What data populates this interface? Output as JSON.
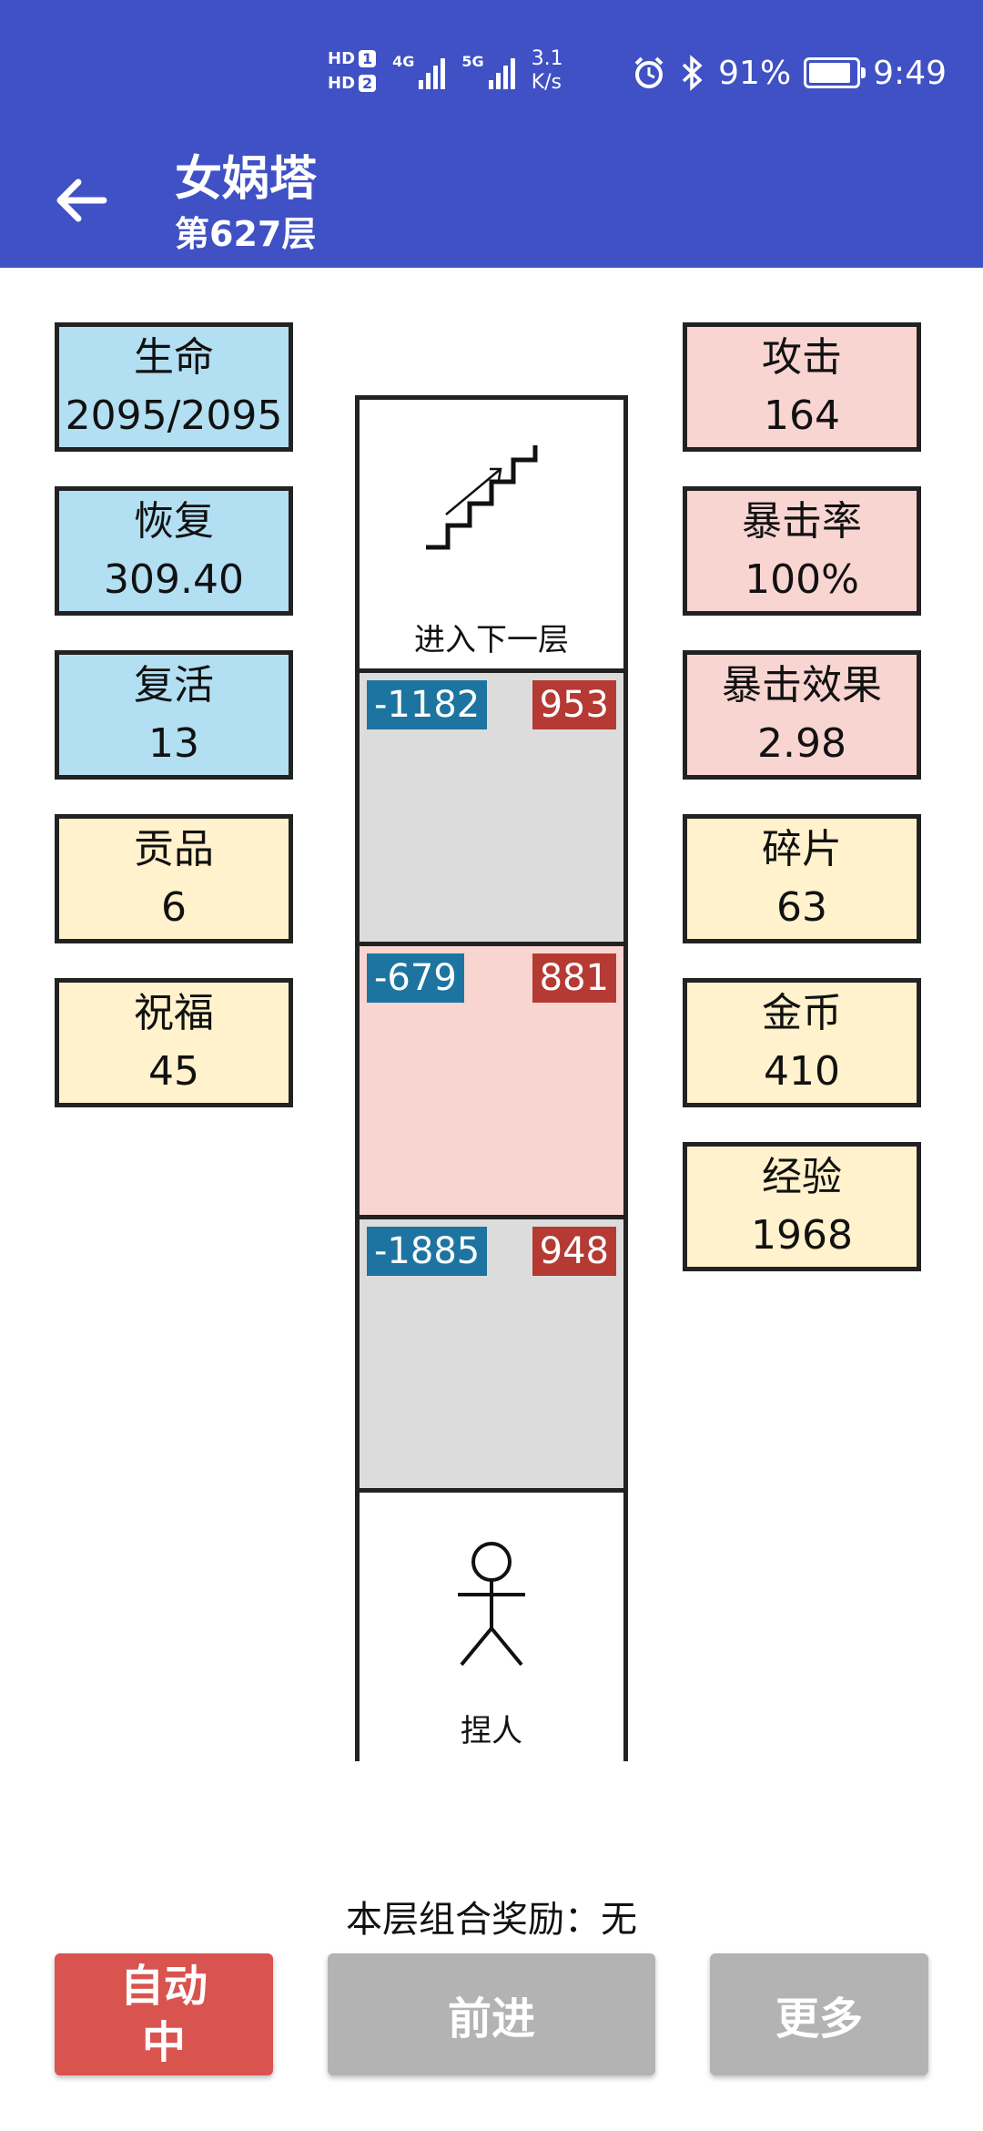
{
  "status_bar": {
    "hd1": "HD",
    "hd1_sim": "1",
    "hd2": "HD",
    "hd2_sim": "2",
    "net1": "4G",
    "net2": "5G",
    "speed_value": "3.1",
    "speed_unit": "K/s",
    "battery": "91%",
    "battery_level": 0.91,
    "time": "9:49"
  },
  "app_bar": {
    "title": "女娲塔",
    "subtitle": "第627层"
  },
  "left_stats": [
    {
      "label": "生命",
      "value": "2095/2095"
    },
    {
      "label": "恢复",
      "value": "309.40"
    },
    {
      "label": "复活",
      "value": "13"
    },
    {
      "label": "贡品",
      "value": "6"
    },
    {
      "label": "祝福",
      "value": "45"
    }
  ],
  "right_stats": [
    {
      "label": "攻击",
      "value": "164"
    },
    {
      "label": "暴击率",
      "value": "100%"
    },
    {
      "label": "暴击效果",
      "value": "2.98"
    },
    {
      "label": "碎片",
      "value": "63"
    },
    {
      "label": "金币",
      "value": "410"
    },
    {
      "label": "经验",
      "value": "1968"
    }
  ],
  "tower": {
    "next_floor_label": "进入下一层",
    "floors": [
      {
        "left": "-1182",
        "right": "953"
      },
      {
        "left": "-679",
        "right": "881"
      },
      {
        "left": "-1885",
        "right": "948"
      }
    ],
    "player_label": "捏人"
  },
  "bottom": {
    "reward_text": "本层组合奖励：无",
    "auto_line1": "自动",
    "auto_line2": "中",
    "advance_label": "前进",
    "more_label": "更多"
  },
  "colors": {
    "app_bar": "#3f51c4",
    "blue_card": "#b2dff2",
    "red_card": "#f9d5d2",
    "yellow_card": "#fff2cc",
    "floor_gray": "#dcdcdc",
    "floor_pink": "#f9d5d2",
    "tag_blue": "#1d74a0",
    "tag_red": "#b53a33",
    "auto_button": "#d9534f",
    "grey_button": "#b3b3b3"
  }
}
